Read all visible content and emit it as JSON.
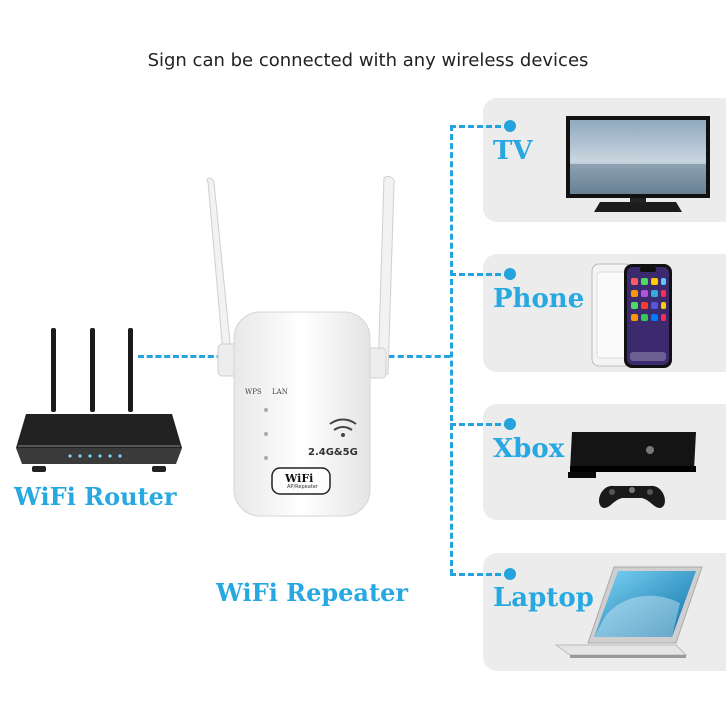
{
  "headline": "Sign can be connected with any wireless devices",
  "router": {
    "label": "WiFi Router"
  },
  "repeater": {
    "label": "WiFi Repeater",
    "wps": "WPS",
    "lan": "LAN",
    "band": "2.4G&5G",
    "badge_top": "WiFi",
    "badge_bottom": "AP/Repeater"
  },
  "devices": [
    {
      "label": "TV"
    },
    {
      "label": "Phone"
    },
    {
      "label": "Xbox"
    },
    {
      "label": "Laptop"
    }
  ],
  "colors": {
    "accent": "#27a8e0",
    "panel": "#ececec"
  },
  "icons": [
    "wifi-router-icon",
    "wifi-repeater-icon",
    "tv-icon",
    "phone-icon",
    "xbox-icon",
    "laptop-icon"
  ]
}
